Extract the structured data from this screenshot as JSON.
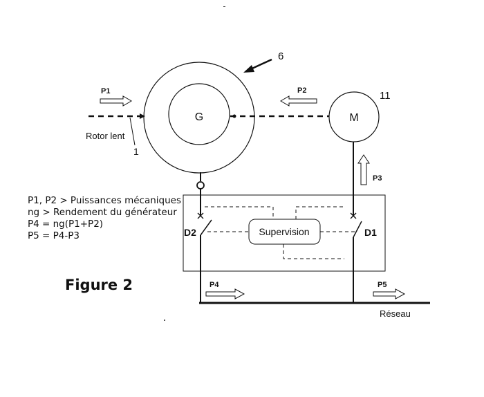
{
  "figure_title": "Figure 2",
  "components": {
    "generator_label": "G",
    "generator_ref": "6",
    "motor_label": "M",
    "motor_ref": "11",
    "rotor_label": "Rotor lent",
    "rotor_ref": "1",
    "supervision_label": "Supervision",
    "switch_d1": "D1",
    "switch_d2": "D2",
    "grid_label": "Réseau"
  },
  "powers": {
    "p1": "P1",
    "p2": "P2",
    "p3": "P3",
    "p4": "P4",
    "p5": "P5"
  },
  "notes": [
    "P1, P2 > Puissances mécaniques",
    "ng > Rendement du générateur",
    "P4 = ng(P1+P2)",
    "P5 = P4-P3"
  ]
}
